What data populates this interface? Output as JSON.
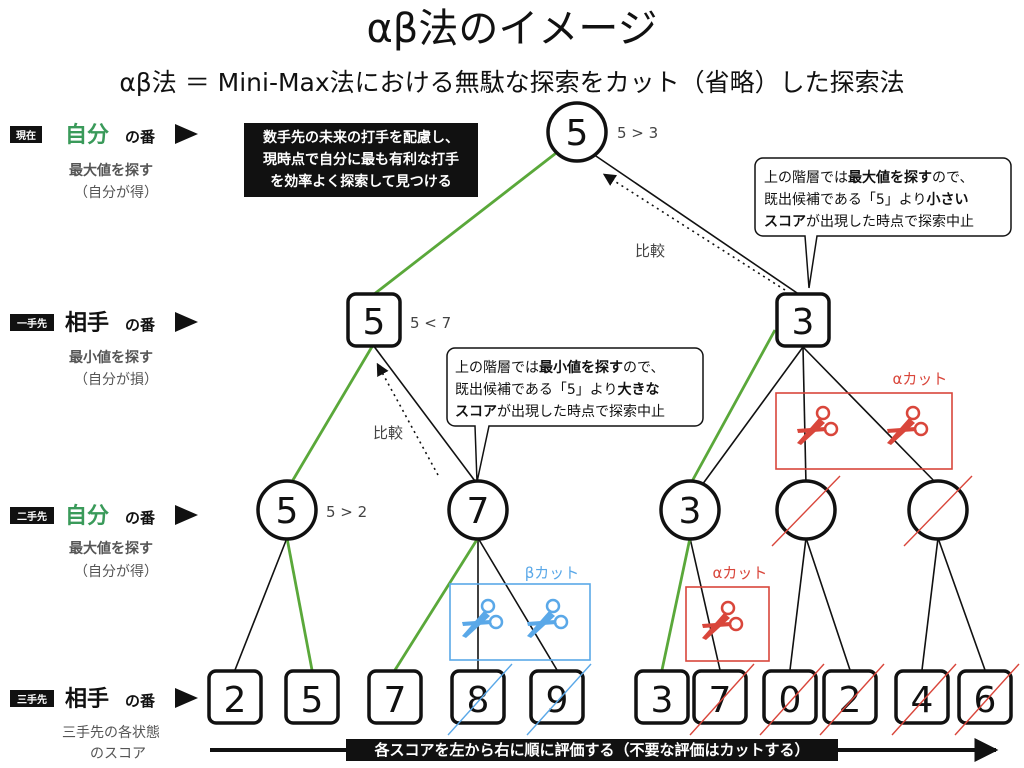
{
  "title": "αβ法のイメージ",
  "subtitle": "αβ法 ＝ Mini-Max法における無駄な探索をカット（省略）した探索法",
  "levels": [
    {
      "tag": "現在",
      "who": "自分",
      "suffix": "の番",
      "desc1": "最大値を探す",
      "desc2": "（自分が得）",
      "color": "#3a9a5a"
    },
    {
      "tag": "一手先",
      "who": "相手",
      "suffix": "の番",
      "desc1": "最小値を探す",
      "desc2": "（自分が損）",
      "color": "#111111"
    },
    {
      "tag": "二手先",
      "who": "自分",
      "suffix": "の番",
      "desc1": "最大値を探す",
      "desc2": "（自分が得）",
      "color": "#3a9a5a"
    },
    {
      "tag": "三手先",
      "who": "相手",
      "suffix": "の番",
      "desc1": "三手先の各状態",
      "desc2": "のスコア",
      "color": "#111111"
    }
  ],
  "nodes": {
    "root": "5",
    "l1_left": "5",
    "l1_right": "3",
    "l2": [
      "5",
      "7",
      "3",
      "",
      ""
    ],
    "leaves": [
      "2",
      "5",
      "7",
      "8",
      "9",
      "3",
      "7",
      "0",
      "2",
      "4",
      "6"
    ]
  },
  "comparisons": {
    "root": "5 > 3",
    "l1_left": "5 < 7",
    "l2_first": "5 > 2"
  },
  "black_note": [
    "数手先の未来の打手を配慮し、",
    "現時点で自分に最も有利な打手",
    "を効率よく探索して見つける"
  ],
  "callout_max": {
    "line1_a": "上の階層では",
    "line1_b": "最大値を探す",
    "line1_c": "ので、",
    "line2": "既出候補である「5」より",
    "line2_b": "小さい",
    "line3_a": "スコア",
    "line3_b": "が出現した時点で探索中止"
  },
  "callout_min": {
    "line1_a": "上の階層では",
    "line1_b": "最小値を探す",
    "line1_c": "ので、",
    "line2": "既出候補である「5」より",
    "line2_b": "大きな",
    "line3_a": "スコア",
    "line3_b": "が出現した時点で探索中止"
  },
  "compare_label": "比較",
  "cuts": {
    "alpha_top": "αカット",
    "alpha_mid": "αカット",
    "beta": "βカット"
  },
  "bottom_arrow_text": "各スコアを左から右に順に評価する（不要な評価はカットする）",
  "colors": {
    "green": "#5aa83a",
    "red": "#d9463b",
    "blue": "#5aa8e8"
  }
}
